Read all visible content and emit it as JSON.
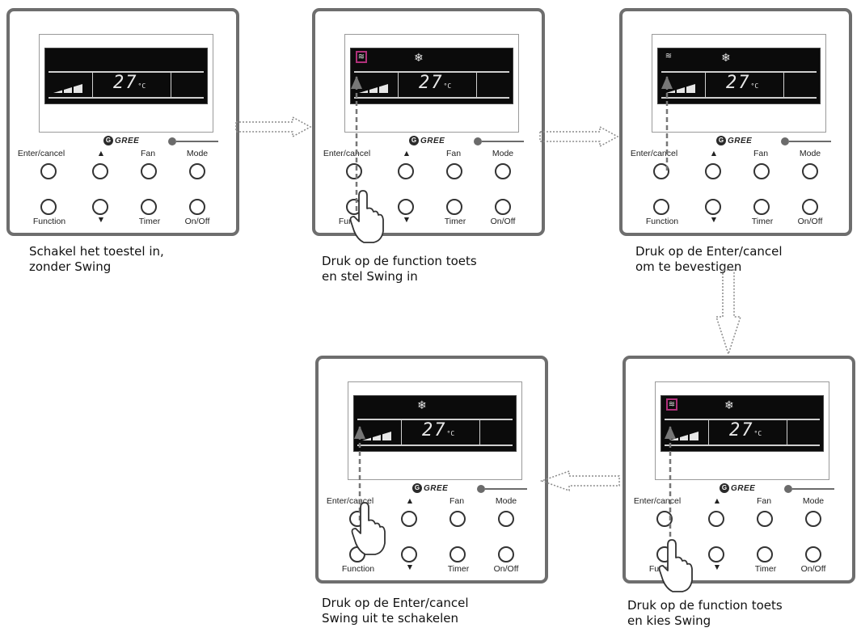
{
  "panel": {
    "brand": "GREE",
    "temperature": "27",
    "temp_unit": "°C",
    "buttons": {
      "enter_cancel": "Enter/cancel",
      "up": "▲",
      "fan": "Fan",
      "mode": "Mode",
      "function": "Function",
      "down": "▼",
      "timer": "Timer",
      "on_off": "On/Off"
    },
    "icons": {
      "snowflake": "❄",
      "swing": "≋"
    },
    "colors": {
      "swing_highlight": "#b0307a",
      "frame": "#6e6e6e",
      "lcd": "#0b0b0b"
    }
  },
  "steps": [
    {
      "caption": [
        "Schakel het toestel in,",
        "zonder Swing"
      ]
    },
    {
      "caption": [
        "Druk op de function toets",
        "en stel Swing in"
      ]
    },
    {
      "caption": [
        "Druk op de Enter/cancel",
        "om te bevestigen"
      ]
    },
    {
      "caption": [
        "Druk op de Enter/cancel",
        "Swing uit te schakelen"
      ]
    },
    {
      "caption": [
        "Druk op de function toets",
        "en kies Swing"
      ]
    }
  ]
}
